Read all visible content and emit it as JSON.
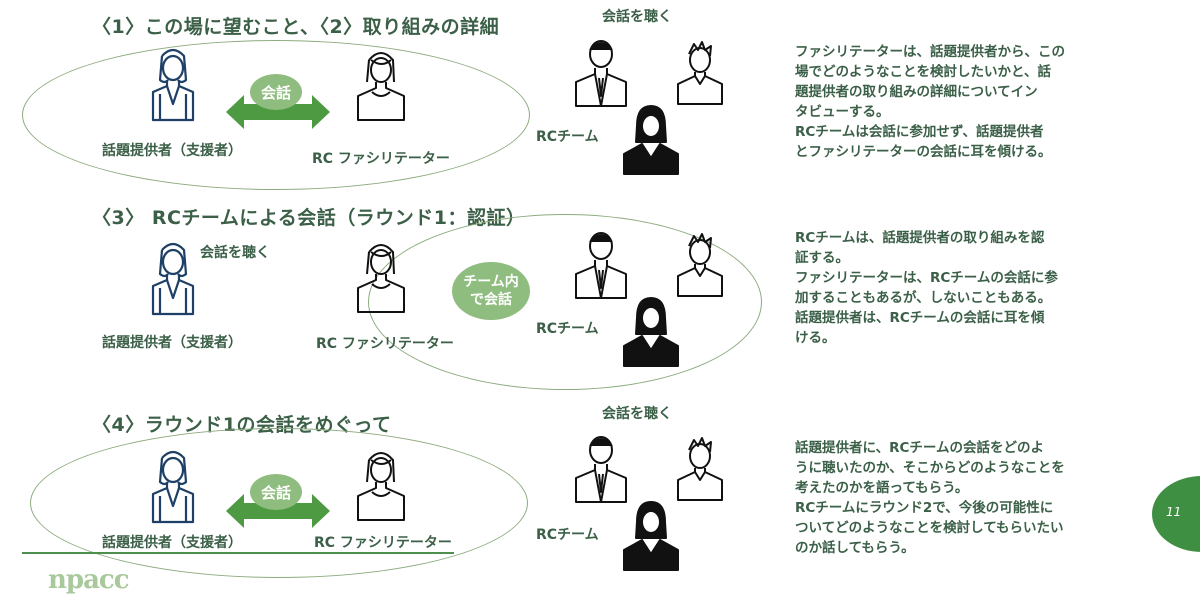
{
  "sections": [
    {
      "title": "〈1〉この場に望むこと、〈2〉取り組みの詳細",
      "provider_label": "話題提供者（支援者）",
      "facilitator_label": "RC ファシリテーター",
      "bubble": "会話",
      "listen_label": "会話を聴く",
      "team_label": "RCチーム",
      "description": [
        "ファシリテーターは、話題提供者から、この",
        "場でどのようなことを検討したいかと、話",
        "題提供者の取り組みの詳細についてイン",
        "タビューする。",
        "RCチームは会話に参加せず、話題提供者",
        "とファシリテーターの会話に耳を傾ける。"
      ]
    },
    {
      "title": "〈3〉 RCチームによる会話（ラウンド1：認証）",
      "provider_label": "話題提供者（支援者）",
      "facilitator_label": "RC ファシリテーター",
      "listen_label": "会話を聴く",
      "bubble": "チーム内で会話",
      "bubble_lines": [
        "チーム内",
        "で会話"
      ],
      "team_label": "RCチーム",
      "description": [
        "RCチームは、話題提供者の取り組みを認",
        "証する。",
        "ファシリテーターは、RCチームの会話に参",
        "加することもあるが、しないこともある。",
        "話題提供者は、RCチームの会話に耳を傾",
        "ける。"
      ]
    },
    {
      "title": "〈4〉ラウンド1の会話をめぐって",
      "provider_label": "話題提供者（支援者）",
      "facilitator_label": "RC ファシリテーター",
      "bubble": "会話",
      "listen_label": "会話を聴く",
      "team_label": "RCチーム",
      "description": [
        "話題提供者に、RCチームの会話をどのよ",
        "うに聴いたのか、そこからどのようなことを",
        "考えたのかを語ってもらう。",
        "RCチームにラウンド2で、今後の可能性に",
        "ついてどのようなことを検討してもらいたい",
        "のか話してもらう。"
      ]
    }
  ],
  "page_number": "11",
  "logo": "npacc",
  "colors": {
    "text": "#3b5f47",
    "bubble": "#8fbd7f",
    "arrow": "#4e9a43",
    "oval": "#8dab7f",
    "badge": "#3f8f43"
  }
}
